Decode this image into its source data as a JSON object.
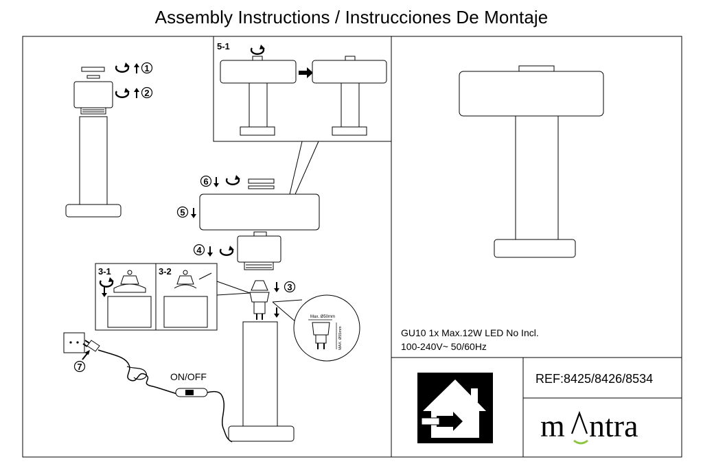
{
  "title": "Assembly Instructions / Instrucciones De Montaje",
  "steps": {
    "s1": "1",
    "s2": "2",
    "s3": "3",
    "s4": "4",
    "s5": "5",
    "s6": "6",
    "s7": "7",
    "s5_1": "5-1",
    "s3_1": "3-1",
    "s3_2": "3-2"
  },
  "switch_label": "ON/OFF",
  "bulb_dims": {
    "width": "Max. Ø50mm",
    "height": "MAX. Ø55mm"
  },
  "specs": {
    "line1": "GU10 1x Max.12W LED No Incl.",
    "line2": "100-240V~ 50/60Hz"
  },
  "ref": "REF:8425/8426/8534",
  "brand": {
    "part1": "m",
    "part2": "ntra"
  },
  "colors": {
    "line": "#000000",
    "brand_accent": "#8dc63f"
  },
  "icons": [
    "rotate-arrow-icon",
    "up-arrow-icon",
    "down-arrow-icon",
    "right-arrow-icon",
    "indoor-use-icon"
  ]
}
